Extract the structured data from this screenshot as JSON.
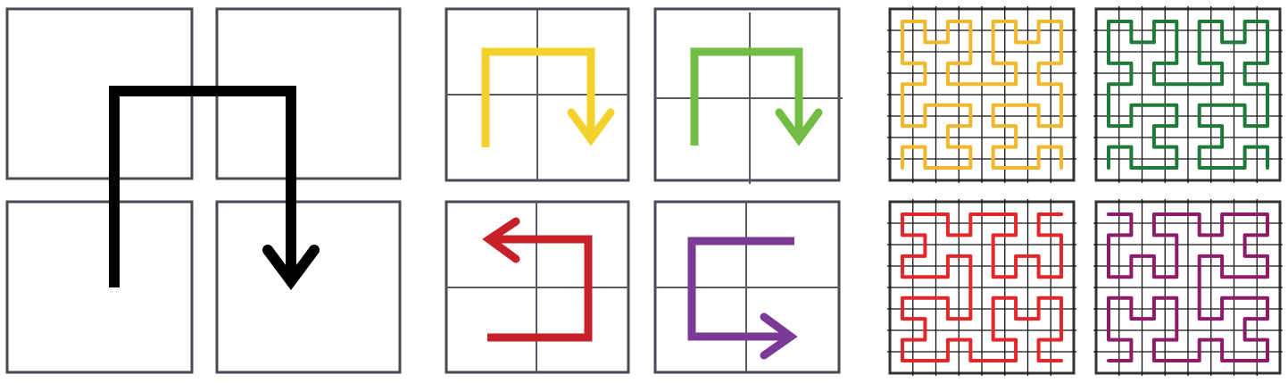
{
  "colors": {
    "background": "#ffffff",
    "frame": "#4a4a52",
    "grid_line": "#5a5a62",
    "fine_grid": "#111111",
    "base_curve": "#000000",
    "yellow": "#f4d22e",
    "green": "#72be44",
    "red": "#c62028",
    "purple": "#7a3a96",
    "dark_yellow": "#f0b82c",
    "dark_green": "#1f7a3a",
    "bright_red": "#e3262a",
    "magenta": "#8e1a6a"
  },
  "panels": {
    "base": {
      "label": "base-curve",
      "color_key": "base_curve"
    },
    "orientations": [
      {
        "label": "orientation-yellow",
        "color_key": "yellow",
        "shape": "cup-up",
        "arrow": "down"
      },
      {
        "label": "orientation-green",
        "color_key": "green",
        "shape": "cup-up",
        "arrow": "down"
      },
      {
        "label": "orientation-red",
        "color_key": "red",
        "shape": "cup-left",
        "arrow": "left"
      },
      {
        "label": "orientation-purple",
        "color_key": "purple",
        "shape": "cup-right",
        "arrow": "right"
      }
    ],
    "order3": [
      {
        "label": "hilbert-order3-yellow",
        "color_key": "dark_yellow"
      },
      {
        "label": "hilbert-order3-green",
        "color_key": "dark_green"
      },
      {
        "label": "hilbert-order3-red",
        "color_key": "bright_red"
      },
      {
        "label": "hilbert-order3-magenta",
        "color_key": "magenta"
      }
    ]
  }
}
